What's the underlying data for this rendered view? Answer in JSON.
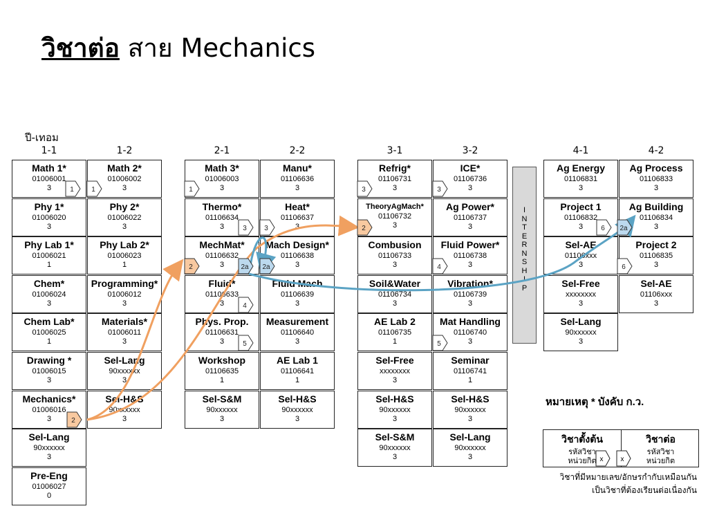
{
  "title": {
    "bold_part": "วิชาต่อ",
    "rest": "สาย Mechanics"
  },
  "year_term_label": "ปี-เทอม",
  "column_headers": [
    "1-1",
    "1-2",
    "2-1",
    "2-2",
    "3-1",
    "3-2",
    "4-1",
    "4-2"
  ],
  "courses": {
    "c11": [
      {
        "name": "Math 1*",
        "code": "01006001",
        "credit": "3"
      },
      {
        "name": "Phy 1*",
        "code": "01006020",
        "credit": "3"
      },
      {
        "name": "Phy Lab 1*",
        "code": "01006021",
        "credit": "1"
      },
      {
        "name": "Chem*",
        "code": "01006024",
        "credit": "3"
      },
      {
        "name": "Chem Lab*",
        "code": "01006025",
        "credit": "1"
      },
      {
        "name": "Drawing *",
        "code": "01006015",
        "credit": "3"
      },
      {
        "name": "Mechanics*",
        "code": "01006016",
        "credit": "3"
      },
      {
        "name": "Sel-Lang",
        "code": "90xxxxxx",
        "credit": "3"
      },
      {
        "name": "Pre-Eng",
        "code": "01006027",
        "credit": "0"
      }
    ],
    "c12": [
      {
        "name": "Math 2*",
        "code": "01006002",
        "credit": "3"
      },
      {
        "name": "Phy 2*",
        "code": "01006022",
        "credit": "3"
      },
      {
        "name": "Phy Lab 2*",
        "code": "01006023",
        "credit": "1"
      },
      {
        "name": "Programming*",
        "code": "01006012",
        "credit": "3"
      },
      {
        "name": "Materials*",
        "code": "01006011",
        "credit": "3"
      },
      {
        "name": "Sel-Lang",
        "code": "90xxxxxx",
        "credit": "3"
      },
      {
        "name": "Sel-H&S",
        "code": "90xxxxxx",
        "credit": "3"
      }
    ],
    "c21": [
      {
        "name": "Math 3*",
        "code": "01006003",
        "credit": "3"
      },
      {
        "name": "Thermo*",
        "code": "01106634",
        "credit": "3"
      },
      {
        "name": "MechMat*",
        "code": "01106632",
        "credit": "3"
      },
      {
        "name": "Fluid*",
        "code": "01106633",
        "credit": "3"
      },
      {
        "name": "Phys. Prop.",
        "code": "01106631",
        "credit": "3"
      },
      {
        "name": "Workshop",
        "code": "01106635",
        "credit": "1"
      },
      {
        "name": "Sel-S&M",
        "code": "90xxxxxx",
        "credit": "3"
      }
    ],
    "c22": [
      {
        "name": "Manu*",
        "code": "01106636",
        "credit": "3"
      },
      {
        "name": "Heat*",
        "code": "01106637",
        "credit": "3"
      },
      {
        "name": "Mach Design*",
        "code": "01106638",
        "credit": "3"
      },
      {
        "name": "Fluid Mach",
        "code": "01106639",
        "credit": "3"
      },
      {
        "name": "Measurement",
        "code": "01106640",
        "credit": "3"
      },
      {
        "name": "AE Lab 1",
        "code": "01106641",
        "credit": "1"
      },
      {
        "name": "Sel-H&S",
        "code": "90xxxxxx",
        "credit": "3"
      }
    ],
    "c31": [
      {
        "name": "Refrig*",
        "code": "01106731",
        "credit": "3"
      },
      {
        "name": "TheoryAgMach*",
        "code": "01106732",
        "credit": "3"
      },
      {
        "name": "Combusion",
        "code": "01106733",
        "credit": "3"
      },
      {
        "name": "Soil&Water",
        "code": "01106734",
        "credit": "3"
      },
      {
        "name": "AE Lab 2",
        "code": "01106735",
        "credit": "1"
      },
      {
        "name": "Sel-Free",
        "code": "xxxxxxxx",
        "credit": "3"
      },
      {
        "name": "Sel-H&S",
        "code": "90xxxxxx",
        "credit": "3"
      },
      {
        "name": "Sel-S&M",
        "code": "90xxxxxx",
        "credit": "3"
      }
    ],
    "c32": [
      {
        "name": "ICE*",
        "code": "01106736",
        "credit": "3"
      },
      {
        "name": "Ag Power*",
        "code": "01106737",
        "credit": "3"
      },
      {
        "name": "Fluid Power*",
        "code": "01106738",
        "credit": "3"
      },
      {
        "name": "Vibration*",
        "code": "01106739",
        "credit": "3"
      },
      {
        "name": "Mat Handling",
        "code": "01106740",
        "credit": "3"
      },
      {
        "name": "Seminar",
        "code": "01106741",
        "credit": "1"
      },
      {
        "name": "Sel-H&S",
        "code": "90xxxxxx",
        "credit": "3"
      },
      {
        "name": "Sel-Lang",
        "code": "90xxxxxx",
        "credit": "3"
      }
    ],
    "c41": [
      {
        "name": "Ag Energy",
        "code": "01106831",
        "credit": "3"
      },
      {
        "name": "Project 1",
        "code": "01106832",
        "credit": "3"
      },
      {
        "name": "Sel-AE",
        "code": "01106xxx",
        "credit": "3"
      },
      {
        "name": "Sel-Free",
        "code": "xxxxxxxx",
        "credit": "3"
      },
      {
        "name": "Sel-Lang",
        "code": "90xxxxxx",
        "credit": "3"
      }
    ],
    "c42": [
      {
        "name": "Ag Process",
        "code": "01106833",
        "credit": "3"
      },
      {
        "name": "Ag Building",
        "code": "01106834",
        "credit": "3"
      },
      {
        "name": "Project 2",
        "code": "01106835",
        "credit": "3"
      },
      {
        "name": "Sel-AE",
        "code": "01106xxx",
        "credit": "3"
      }
    ]
  },
  "internship_letters": [
    "I",
    "N",
    "T",
    "E",
    "R",
    "N",
    "S",
    "H",
    "I",
    "P"
  ],
  "tags": [
    "1",
    "1",
    "1",
    "3",
    "3",
    "3",
    "3",
    "2",
    "2a",
    "6",
    "2",
    "2a",
    "2a",
    "4",
    "6",
    "4",
    "5",
    "5",
    "2"
  ],
  "colors": {
    "orange": "#f4a460",
    "orange_line": "#f0a060",
    "blue": "#9dc3e6",
    "blue_line": "#5ba3c4",
    "gray_tag": "#ffffff"
  },
  "legend": {
    "note": "หมายเหตุ * บังคับ ก.ว.",
    "prereq_header": "วิชาตั้งต้น",
    "next_header": "วิชาต่อ",
    "code_label": "รหัสวิชา",
    "credit_label": "หน่วยกิต",
    "x": "x",
    "footer_line1": "วิชาที่มีหมายเลข/อักษรกำกับเหมือนกัน",
    "footer_line2": "เป็นวิชาที่ต้องเรียนต่อเนื่องกัน"
  }
}
